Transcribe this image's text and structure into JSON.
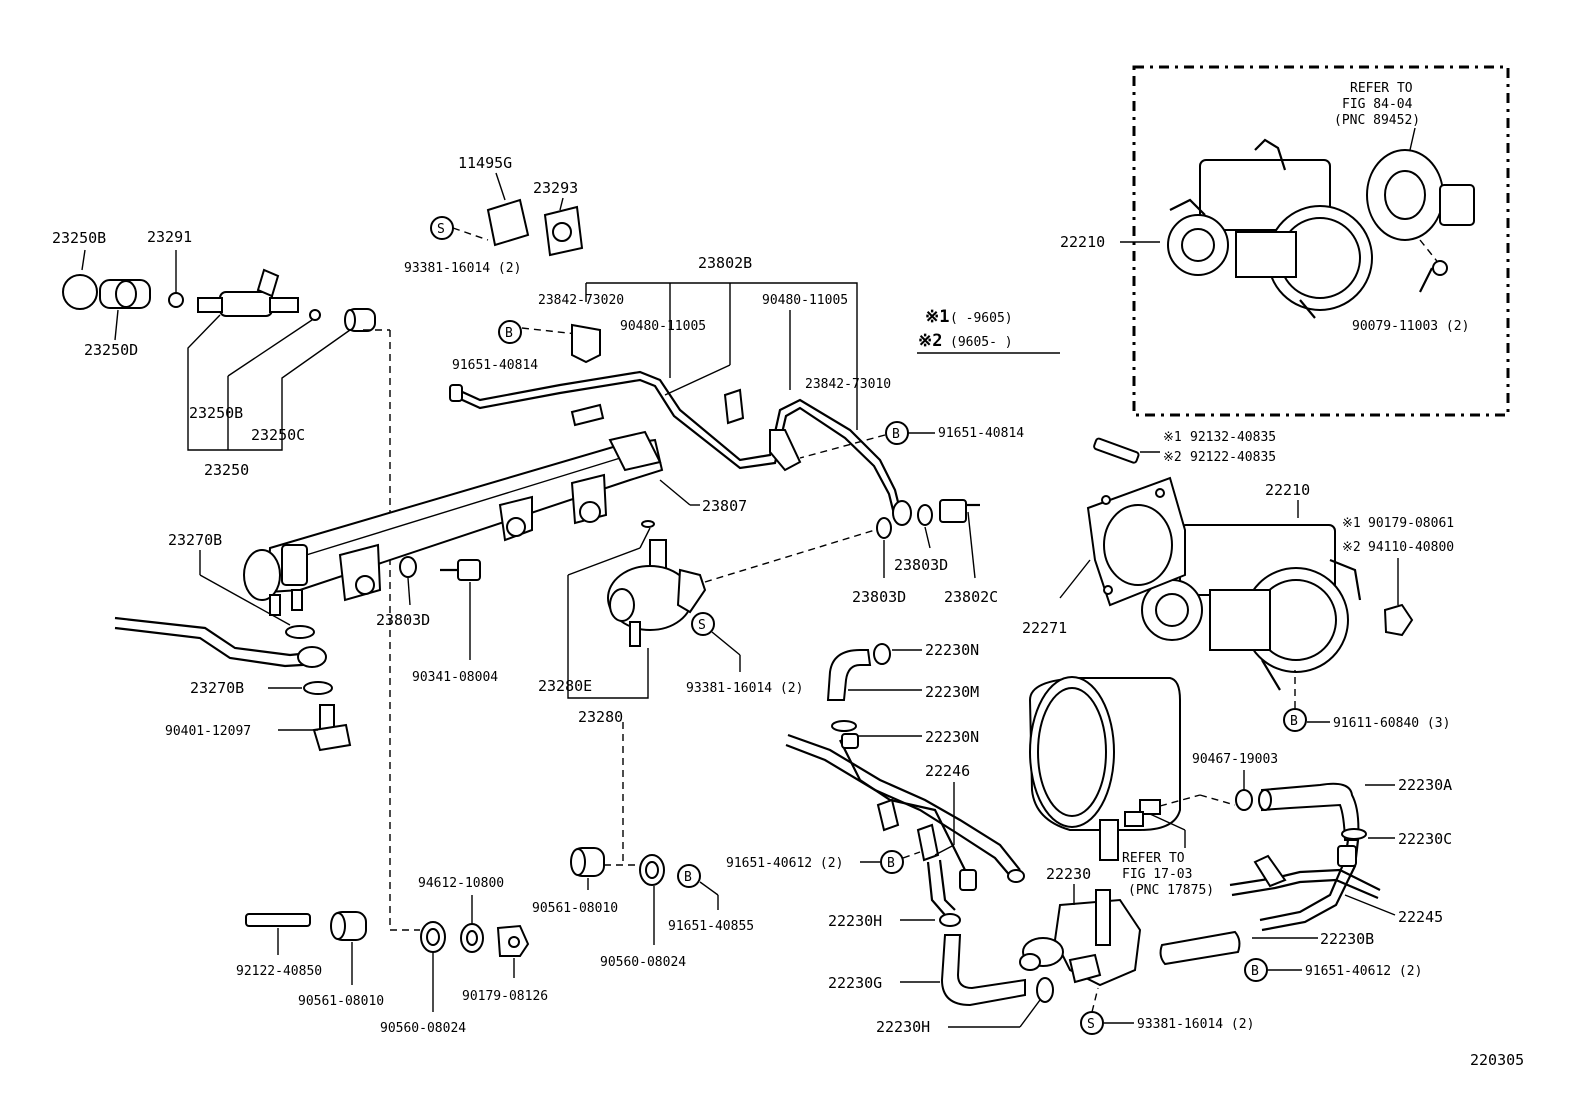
{
  "callouts": {
    "c11495G": "11495G",
    "c23293": "23293",
    "c93381_top": "93381-16014 (2)",
    "c23250B_left": "23250B",
    "c23291": "23291",
    "c23250D": "23250D",
    "c23250B_mid": "23250B",
    "c23250C": "23250C",
    "c23250": "23250",
    "c23802B": "23802B",
    "c23842_73020": "23842-73020",
    "c90480_a": "90480-11005",
    "c90480_b": "90480-11005",
    "c91651_40814_a": "91651-40814",
    "c23842_73010": "23842-73010",
    "c91651_40814_b": "91651-40814",
    "c23807": "23807",
    "c23270B_top": "23270B",
    "c23803D_left": "23803D",
    "c23803D_mid": "23803D",
    "c23803D_right": "23803D",
    "c23802C": "23802C",
    "c90341": "90341-08004",
    "c23280E": "23280E",
    "c23280": "23280",
    "c93381_mid": "93381-16014 (2)",
    "c23270B_bot": "23270B",
    "c90401": "90401-12097",
    "c22230N_a": "22230N",
    "c22230M": "22230M",
    "c22230N_b": "22230N",
    "c22246": "22246",
    "c91651_40612_left": "91651-40612 (2)",
    "c22230H_a": "22230H",
    "c22230G": "22230G",
    "c22230H_b": "22230H",
    "c22230": "22230",
    "c93381_bot": "93381-16014 (2)",
    "c90467": "90467-19003",
    "c22230A": "22230A",
    "c22230C": "22230C",
    "c22245": "22245",
    "c22230B": "22230B",
    "c91651_40612_right": "91651-40612 (2)",
    "c22210_box": "22210",
    "c90079": "90079-11003 (2)",
    "c22210_main": "22210",
    "c22271": "22271",
    "c92132": "92132-40835",
    "c92122_40835": "92122-40835",
    "c90179_08061": "90179-08061",
    "c94110": "94110-40800",
    "c91611": "91611-60840 (3)",
    "c92122_40850": "92122-40850",
    "c90561_a": "90561-08010",
    "c90561_b": "90561-08010",
    "c90560_a": "90560-08024",
    "c90560_b": "90560-08024",
    "c94612": "94612-10800",
    "c90179_08126": "90179-08126",
    "c91651_40855": "91651-40855"
  },
  "legend": {
    "mark1": "※1",
    "range1": "(      -9605)",
    "mark2": "※2",
    "range2": "(9605-      )"
  },
  "prefix": {
    "p1": "※1",
    "p2": "※2"
  },
  "refer": {
    "box_l1": "REFER TO",
    "box_l2": "FIG 84-04",
    "box_l3": "(PNC 89452)",
    "mid_l1": "REFER TO",
    "mid_l2": "FIG 17-03",
    "mid_l3": "(PNC 17875)"
  },
  "symbols": {
    "S": "S",
    "B": "B"
  },
  "figure_id": "220305"
}
